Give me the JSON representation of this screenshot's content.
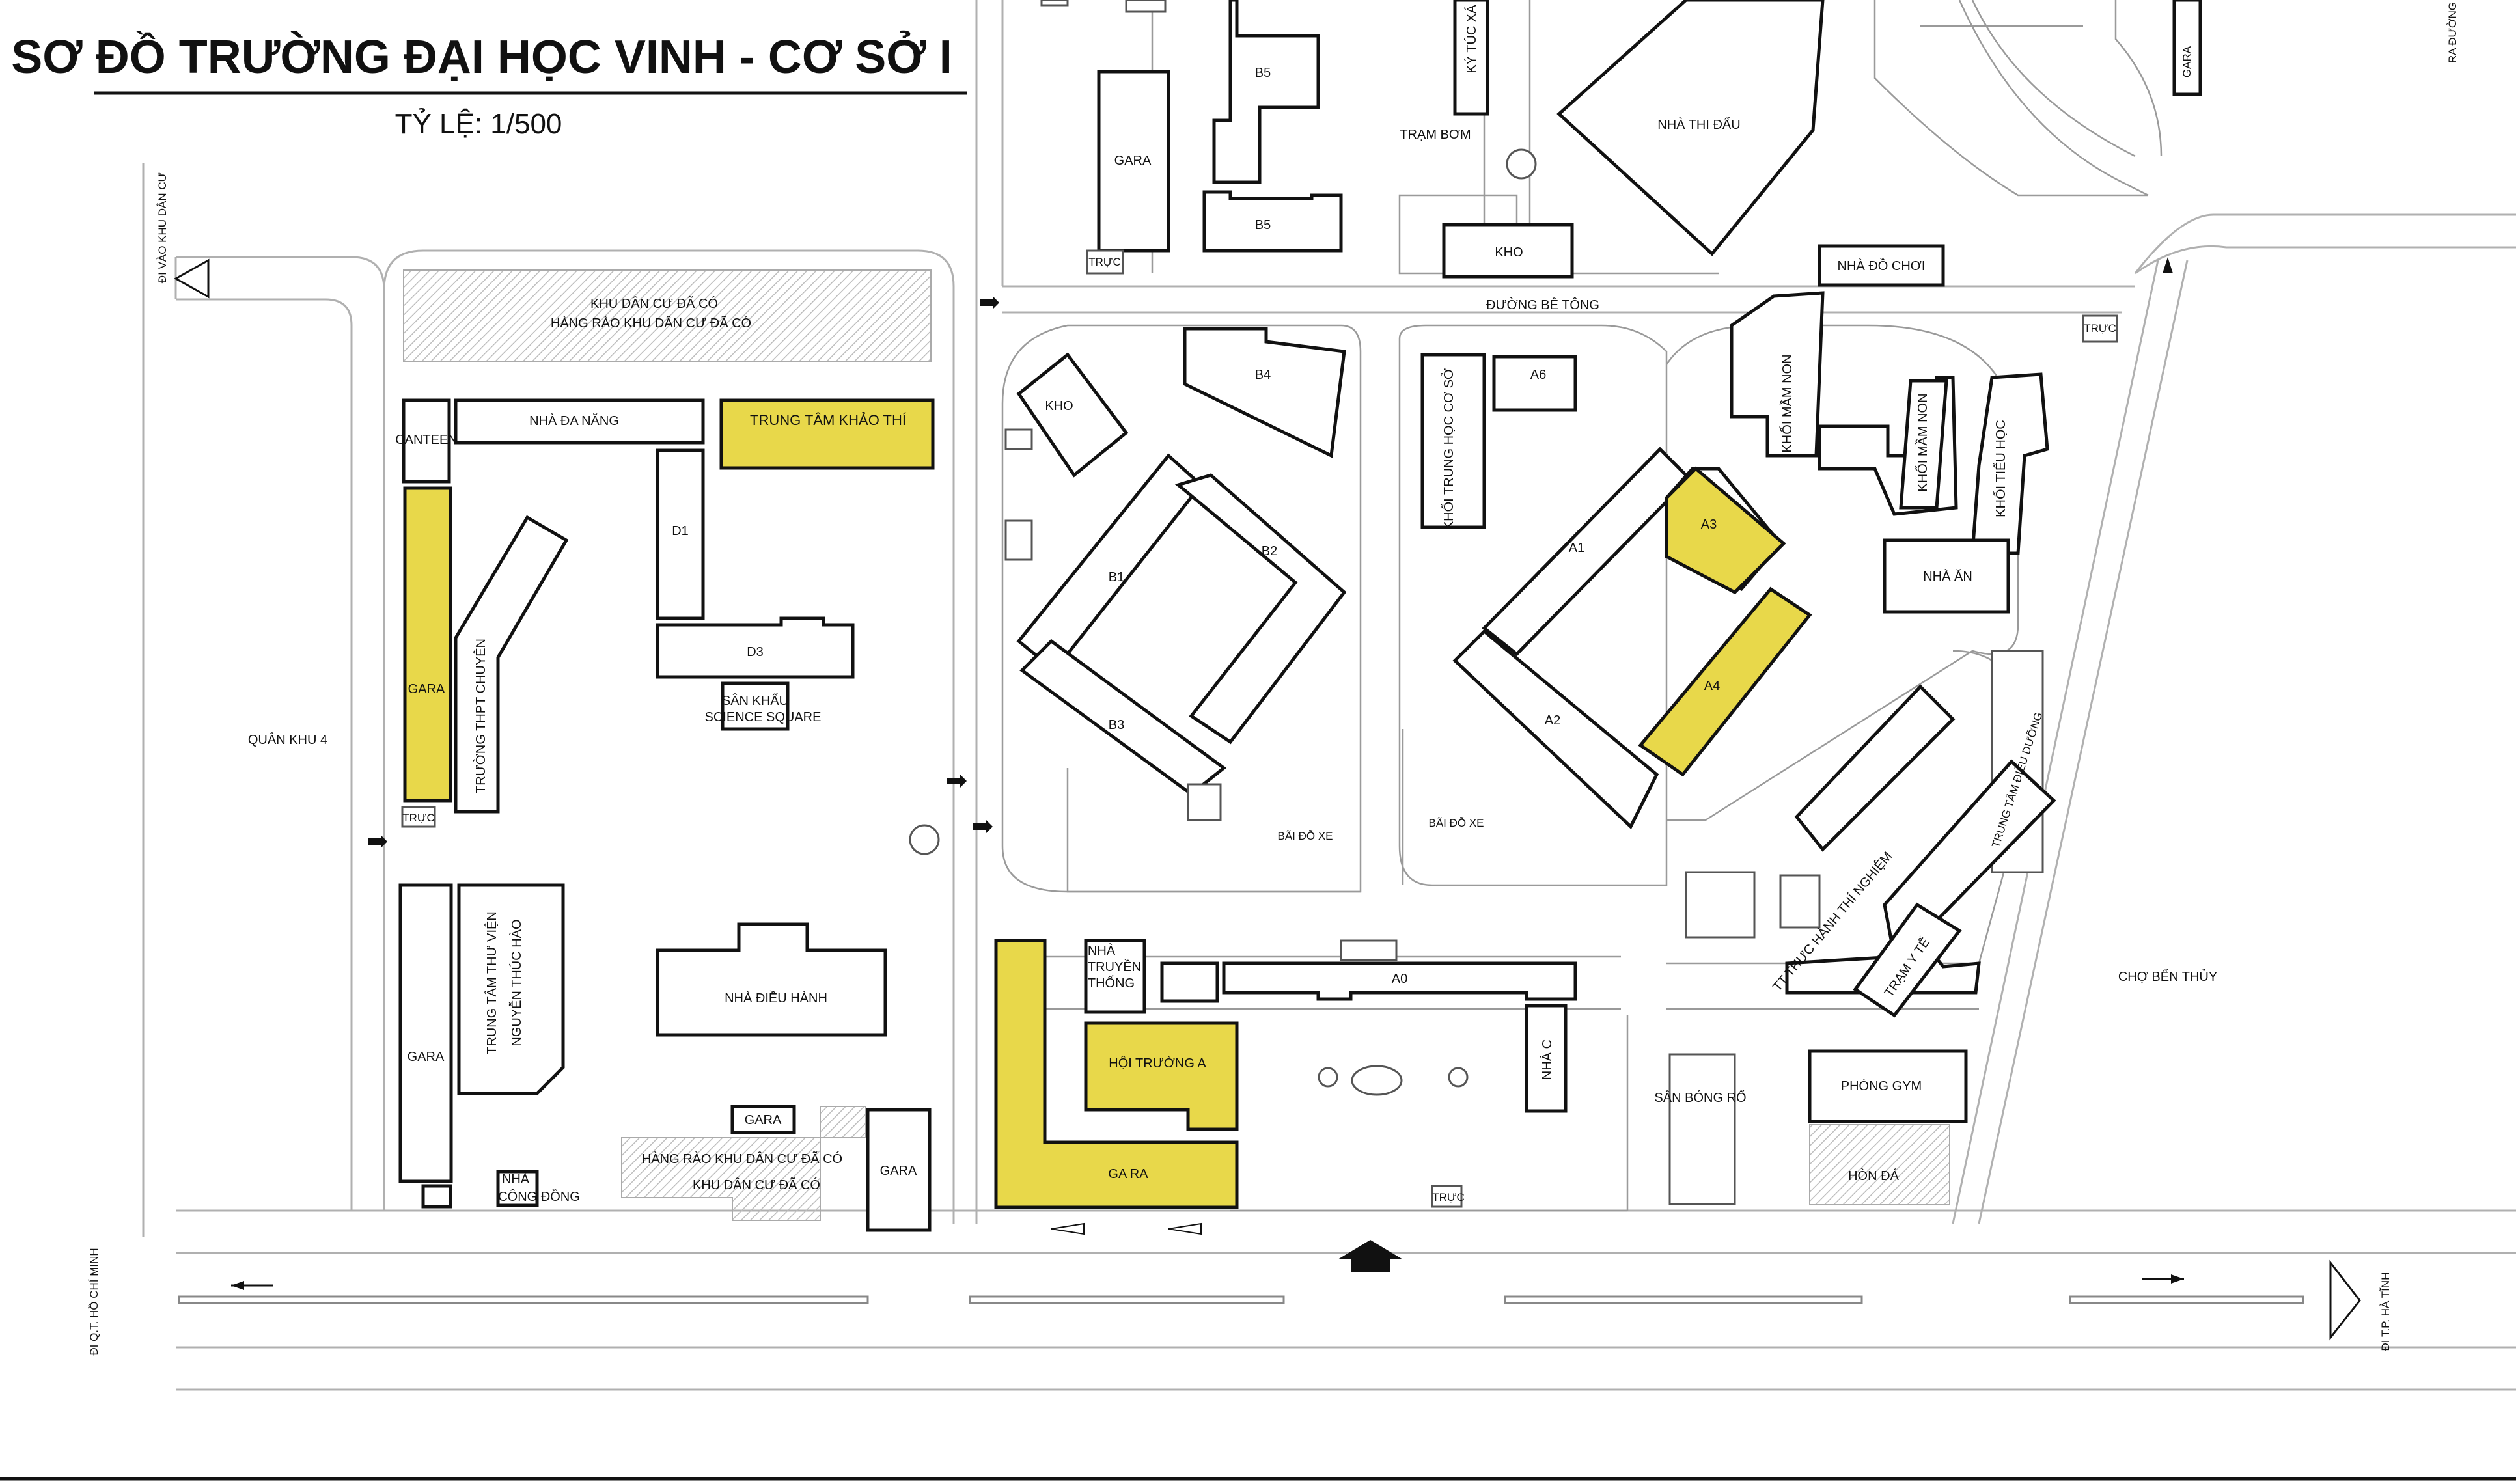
{
  "map": {
    "title": "SƠ ĐỒ TRƯỜNG ĐẠI HỌC VINH - CƠ SỞ I",
    "scale": "TỶ LỆ: 1/500",
    "highlight_color": "#e8d84a",
    "labels": {
      "khu_dan_cu_top": "KHU DÂN CƯ ĐÃ CÓ",
      "hang_rao_top": "HÀNG RÀO KHU DÂN CƯ ĐÃ CÓ",
      "canteen": "CANTEEN",
      "nha_da_nang": "NHÀ ĐA NĂNG",
      "trung_tam_khao_thi": "TRUNG TÂM KHẢO THÍ",
      "gara_left_yellow": "GARA",
      "truong_thpt": "TRƯỜNG THPT CHUYÊN",
      "d1": "D1",
      "d3": "D3",
      "san_khau": "SÂN KHẤU",
      "science_square": "SCIENCE SQUARE",
      "truc_left": "TRỰC",
      "quan_khu": "QUÂN KHU 4",
      "di_vao": "ĐI VÀO KHU DÂN CƯ",
      "gara_left_bottom": "GARA",
      "thu_vien_1": "TRUNG TÂM THƯ VIỆN",
      "thu_vien_2": "NGUYỄN THÚC HÀO",
      "nha_dieu_hanh": "NHÀ ĐIỀU HÀNH",
      "gara_small": "GARA",
      "hang_rao_bottom": "HÀNG RÀO KHU DÂN CƯ ĐÃ CÓ",
      "khu_dan_cu_bottom": "KHU DÂN CƯ ĐÃ CÓ",
      "gara_bottom_right": "GARA",
      "nha_cong_dong_1": "NHÀ",
      "nha_cong_dong_2": "CÔNG ĐỒNG",
      "di_qt": "ĐI Q.T. HỒ CHÍ MINH",
      "gara_b5": "GARA",
      "b5_top": "B5",
      "b5_bottom": "B5",
      "truc_b5": "TRỰC",
      "ktx": "KÝ TÚC XÁ",
      "tram_bom": "TRẠM BƠM",
      "nha_thi_dau": "NHÀ THI ĐẤU",
      "gara_top_right": "GARA",
      "ra_duong": "RA ĐƯỜNG",
      "kho_top": "KHO",
      "nha_do_choi": "NHÀ ĐỒ CHƠI",
      "duong_be_tong": "ĐƯỜNG BÊ TÔNG",
      "truc_right": "TRỰC",
      "kho_left": "KHO",
      "b4": "B4",
      "a6": "A6",
      "khoi_thcs": "KHỐI TRUNG HỌC CƠ SỞ",
      "khoi_mam_non_1": "KHỐI MẦM NON",
      "khoi_mam_non_2": "KHỐI MẦM NON",
      "khoi_tieu_hoc": "KHỐI TIỂU HỌC",
      "b1": "B1",
      "b2": "B2",
      "b3": "B3",
      "a1": "A1",
      "a2": "A2",
      "a3": "A3",
      "a4": "A4",
      "nha_an": "NHÀ ĂN",
      "trung_tam_dieu_duong": "TRUNG TÂM ĐIỀU DƯỠNG",
      "bai_do_xe_1": "BÃI ĐỖ XE",
      "bai_do_xe_2": "BÃI ĐỖ XE",
      "tt_thuc_hanh": "TT THỰC HÀNH THÍ NGHIỆM",
      "tram_y_te": "TRẠM Y TẾ",
      "cho_ben_thuy": "CHỢ BẾN THỦY",
      "nha_truyen_thong_1": "NHÀ",
      "nha_truyen_thong_2": "TRUYỀN",
      "nha_truyen_thong_3": "THỐNG",
      "a0": "A0",
      "hoi_truong_a": "HỘI TRƯỜNG A",
      "nha_c": "NHÀ C",
      "gara_yellow_bottom": "GA RA",
      "truc_bottom": "TRỰC",
      "san_bong_ro": "SÂN BÓNG RỔ",
      "phong_gym": "PHÒNG GYM",
      "hon_da": "HÒN ĐÁ",
      "di_tp_ha_tinh": "ĐI T.P. HÀ TĨNH"
    }
  }
}
